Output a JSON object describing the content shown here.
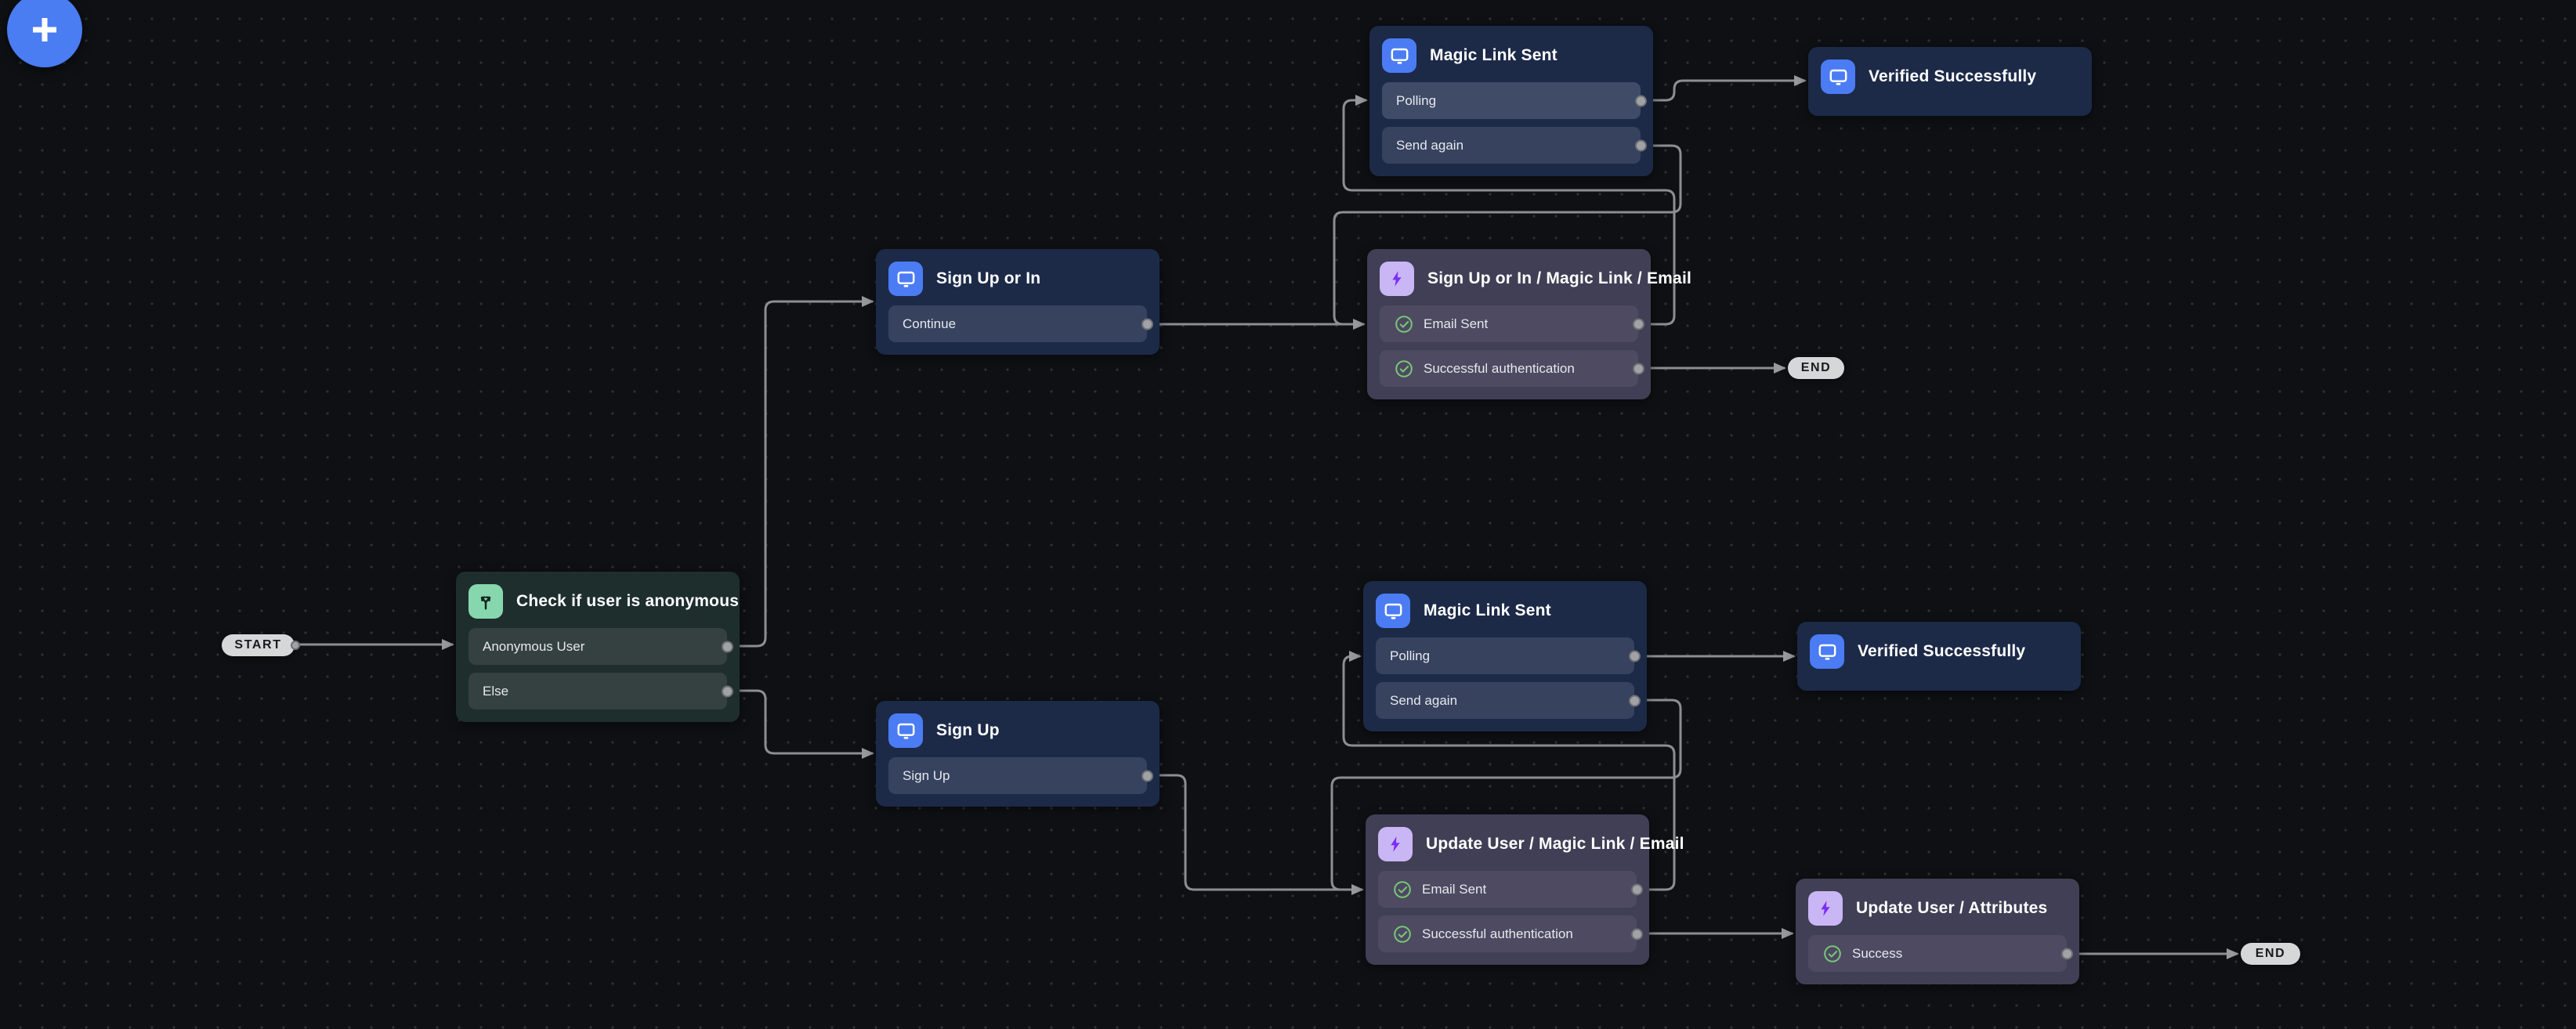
{
  "canvas": {
    "add_button_label": "+"
  },
  "pills": {
    "start": "START",
    "end1": "END",
    "end2": "END"
  },
  "nodes": [
    {
      "id": "mls1",
      "type": "screen",
      "icon": "screen-icon",
      "title": "Magic Link Sent",
      "rows": [
        {
          "label": "Polling",
          "check": false,
          "highlight": true
        },
        {
          "label": "Send again",
          "check": false
        }
      ]
    },
    {
      "id": "vs1",
      "type": "screen",
      "icon": "screen-icon",
      "title": "Verified Successfully",
      "rows": []
    },
    {
      "id": "suoi",
      "type": "screen",
      "icon": "screen-icon",
      "title": "Sign Up or In",
      "rows": [
        {
          "label": "Continue",
          "check": false
        }
      ]
    },
    {
      "id": "action1",
      "type": "action",
      "icon": "lightning-icon",
      "title": "Sign Up or In / Magic Link / Email",
      "rows": [
        {
          "label": "Email Sent",
          "check": true
        },
        {
          "label": "Successful authentication",
          "check": true
        }
      ]
    },
    {
      "id": "check1",
      "type": "condition",
      "icon": "branch-icon",
      "title": "Check if user is anonymous",
      "rows": [
        {
          "label": "Anonymous User",
          "check": false
        },
        {
          "label": "Else",
          "check": false
        }
      ]
    },
    {
      "id": "mls2",
      "type": "screen",
      "icon": "screen-icon",
      "title": "Magic Link Sent",
      "rows": [
        {
          "label": "Polling",
          "check": false
        },
        {
          "label": "Send again",
          "check": false
        }
      ]
    },
    {
      "id": "vs2",
      "type": "screen",
      "icon": "screen-icon",
      "title": "Verified Successfully",
      "rows": []
    },
    {
      "id": "signup",
      "type": "screen",
      "icon": "screen-icon",
      "title": "Sign Up",
      "rows": [
        {
          "label": "Sign Up",
          "check": false
        }
      ]
    },
    {
      "id": "action2",
      "type": "action",
      "icon": "lightning-icon",
      "title": "Update User / Magic Link / Email",
      "rows": [
        {
          "label": "Email Sent",
          "check": true
        },
        {
          "label": "Successful authentication",
          "check": true
        }
      ]
    },
    {
      "id": "uua",
      "type": "action",
      "icon": "lightning-icon",
      "title": "Update User / Attributes",
      "rows": [
        {
          "label": "Success",
          "check": true
        }
      ]
    }
  ],
  "colors": {
    "background": "#0e1013",
    "screen_card": "#1c2a48",
    "screen_row": "#36425e",
    "action_card": "#413f55",
    "action_row": "#4d4a62",
    "condition_card": "#1e2e2d",
    "condition_row": "#344140",
    "screen_icon_bg": "#4b7cf4",
    "action_icon_bg": "#c9b6f4",
    "action_bolt": "#7b2ff5",
    "condition_icon_bg": "#87d7ae",
    "check_green": "#79c776",
    "edge_gray": "#8c8e92",
    "pill_bg": "#d6d7d8",
    "add_button_blue": "#4a7cf2"
  }
}
